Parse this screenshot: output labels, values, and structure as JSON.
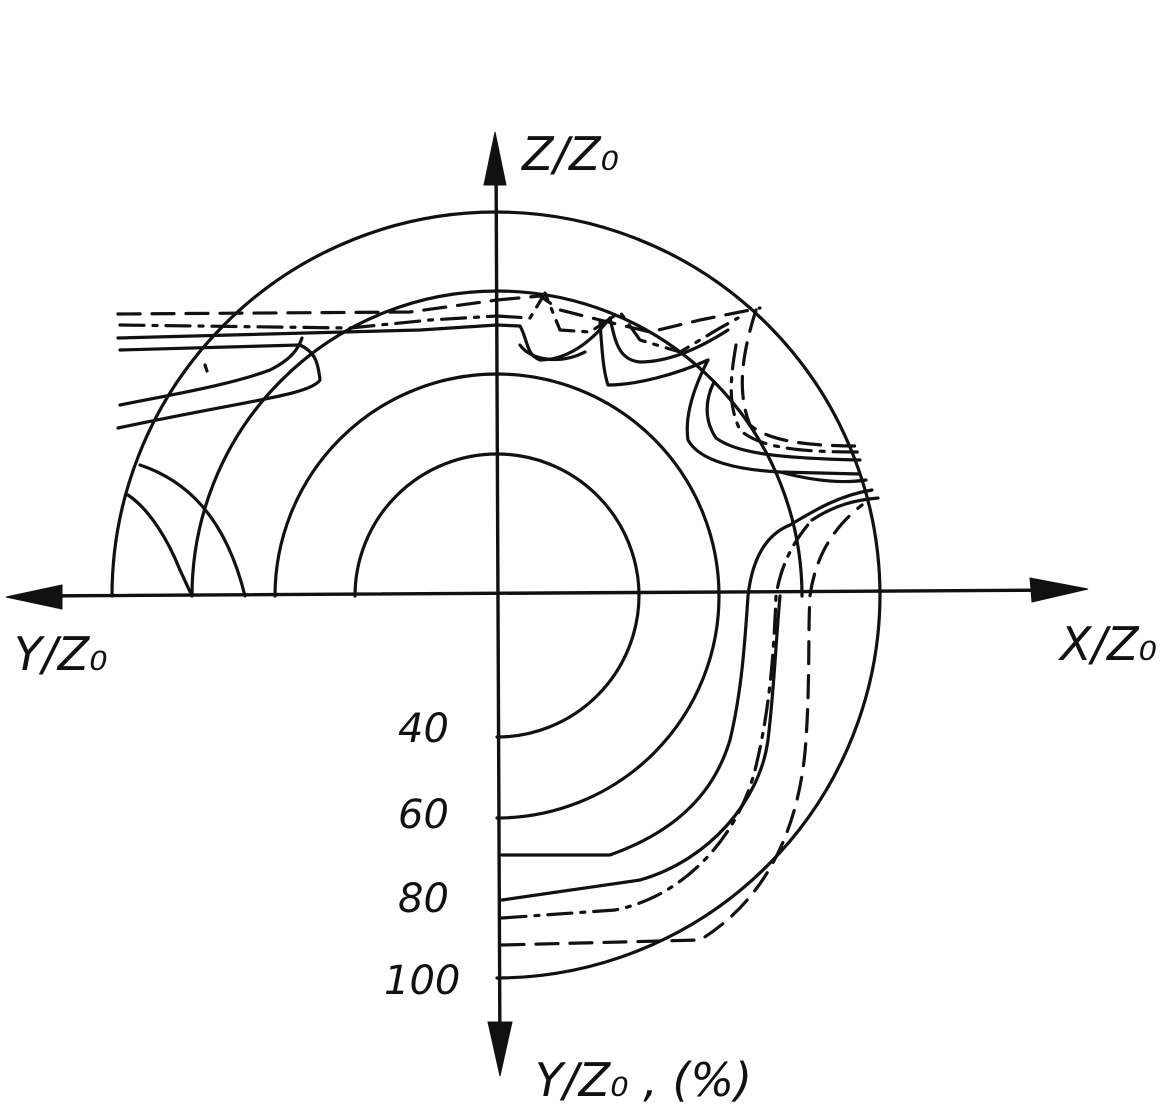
{
  "axes": {
    "z_label": "Z/Z₀",
    "x_label": "X/Z₀",
    "y_label": "Y/Z₀",
    "y_percent_label": "Y/Z₀ , (%)"
  },
  "scale_labels": [
    "40",
    "60",
    "80",
    "100"
  ]
}
